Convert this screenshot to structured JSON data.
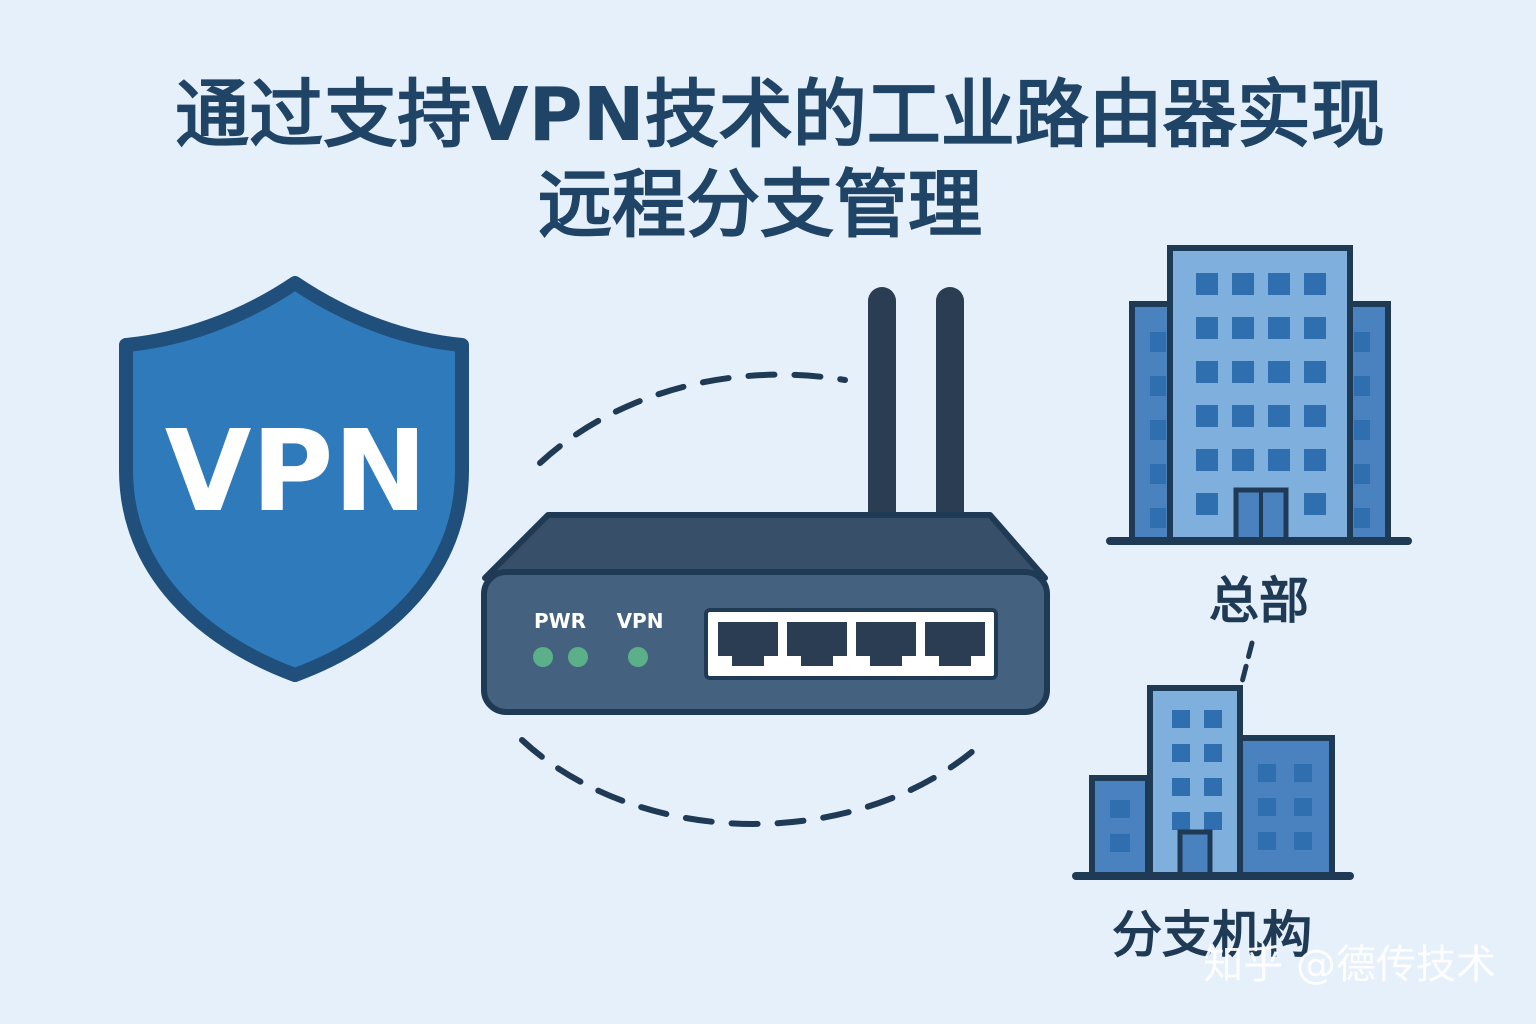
{
  "title": {
    "line1": "通过支持VPN技术的工业路由器实现",
    "line2": "远程分支管理"
  },
  "shield": {
    "text": "VPN",
    "icon": "shield-icon"
  },
  "router": {
    "icon": "router-icon",
    "led_labels": [
      "PWR",
      "VPN"
    ],
    "port_count": 4
  },
  "buildings": {
    "headquarters": {
      "label": "总部",
      "icon": "office-tower-icon"
    },
    "branch": {
      "label": "分支机构",
      "icon": "office-buildings-icon"
    }
  },
  "watermark": "知乎 @德传技术",
  "colors": {
    "background": "#e6f0fa",
    "title": "#1f4466",
    "shield_fill": "#2f7abb",
    "shield_stroke": "#1f4f7a",
    "router_body": "#44617f",
    "router_top": "#384f69",
    "led": "#5bb08a",
    "dashed_ring": "#1f3a55",
    "building_light": "#7fb0dd",
    "building_dark": "#4a82bf",
    "window": "#2f6fb0",
    "outline": "#1f3a55"
  }
}
